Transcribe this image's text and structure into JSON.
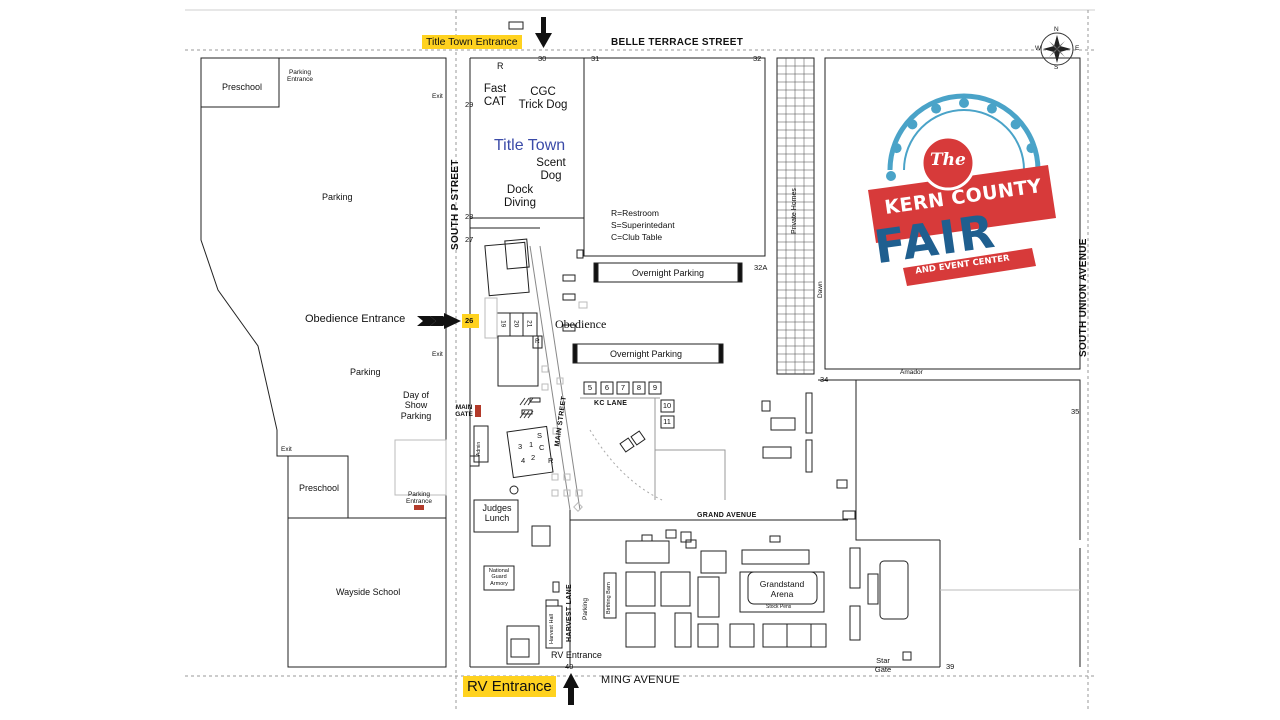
{
  "streets": {
    "belle_terrace": "BELLE TERRACE STREET",
    "south_p": "SOUTH P STREET",
    "south_union": "SOUTH UNION AVENUE",
    "ming": "MING AVENUE",
    "main": "MAIN STREET",
    "harvest_lane": "HARVEST LANE",
    "kc_lane": "KC LANE",
    "grand": "GRAND AVENUE",
    "amador": "Amador",
    "dawn": "Dawn"
  },
  "entrances": {
    "title_town": "Title Town Entrance",
    "obedience": "Obedience Entrance",
    "rv_small": "RV Entrance",
    "rv_large": "RV Entrance"
  },
  "gate_numbers": {
    "g26": "26",
    "g27": "27",
    "g28": "28",
    "g29": "29",
    "g30": "30",
    "g31": "31",
    "g32": "32",
    "g32a": "32A",
    "g34": "34",
    "g35": "35",
    "g39": "39",
    "g40": "40"
  },
  "areas": {
    "preschool_top": "Preschool",
    "parking_entrance_top": "Parking\nEntrance",
    "exit_1": "Exit",
    "exit_2": "Exit",
    "exit_3": "Exit",
    "parking_1": "Parking",
    "parking_2": "Parking",
    "preschool_bottom": "Preschool",
    "parking_entrance_bottom": "Parking\nEntrance",
    "wayside_school": "Wayside School",
    "day_of_show": "Day of\nShow\nParking",
    "main_gate": "MAIN\nGATE",
    "judges_lunch": "Judges\nLunch",
    "national_guard": "National\nGuard\nArmory",
    "harvest_hall": "Harvest Hall",
    "parking_3": "Parking",
    "birthing_barn": "Birthing Barn",
    "grandstand": "Grandstand\nArena",
    "stock_pens": "Stock Pens",
    "star_gate": "Star\nGate",
    "private_homes": "Private Homes",
    "admin": "Admin"
  },
  "events": {
    "r_marker": "R",
    "fast_cat": "Fast\nCAT",
    "cgc_trick": "CGC\nTrick Dog",
    "title_town": "Title Town",
    "scent_dog": "Scent\nDog",
    "dock_diving": "Dock\nDiving",
    "obedience": "Obedience",
    "ring_numbers": [
      "19",
      "20",
      "21"
    ],
    "r_small": "R",
    "ring_center": [
      "3",
      "1",
      "4",
      "2"
    ],
    "s_marker": "S",
    "c_marker": "C",
    "r_marker_2": "R"
  },
  "legend": {
    "restroom": "R=Restroom",
    "superintendant": "S=Superintedant",
    "club_table": "C=Club Table"
  },
  "overnight_parking": {
    "top": "Overnight Parking",
    "bottom": "Overnight Parking"
  },
  "kc_lane_buildings": [
    "5",
    "6",
    "7",
    "8",
    "9",
    "10",
    "11"
  ],
  "logo": {
    "the": "The",
    "kern_county": "KERN COUNTY",
    "fair": "FAIR",
    "subtitle": "AND EVENT CENTER"
  },
  "compass": {
    "n": "N",
    "s": "S",
    "e": "E",
    "w": "W"
  },
  "colors": {
    "highlight": "#ffd21f",
    "title_town_text": "#3b4ba8",
    "logo_red": "#d73a3a",
    "logo_blue": "#1f5f8f",
    "logo_light_blue": "#4aa3c8",
    "main_gate_marker": "#b33a2a"
  }
}
